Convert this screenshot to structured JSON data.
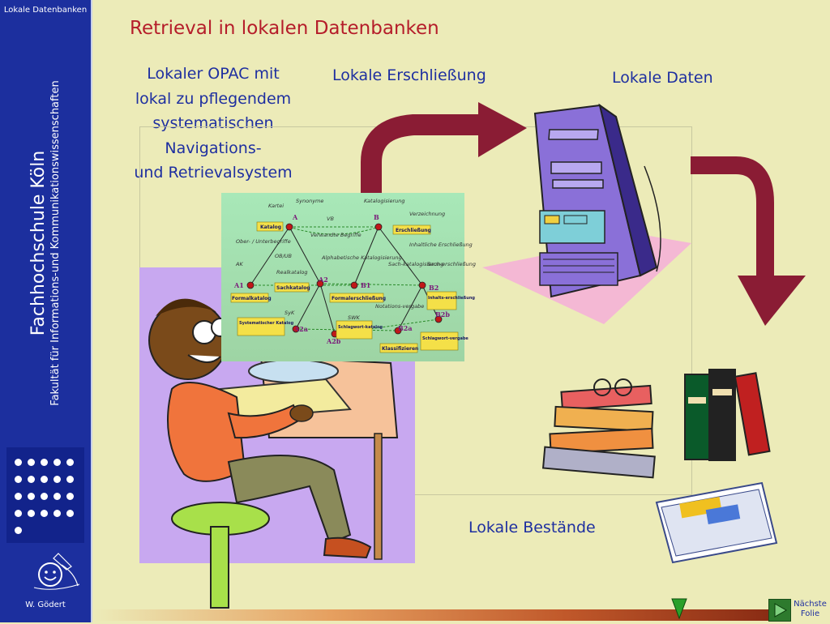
{
  "sidebar": {
    "top_label": "Lokale Datenbanken",
    "institution": "Fachhochschule Köln",
    "faculty": "Fakultät für Informations-und Kommunikationswissenschaften",
    "author": "W. Gödert"
  },
  "slide": {
    "title": "Retrieval in lokalen Datenbanken",
    "opac_lines": [
      "Lokaler OPAC mit",
      "lokal zu pflegendem",
      "systematischen",
      "Navigations-",
      "und Retrievalsystem"
    ],
    "erschliessung": "Lokale Erschließung",
    "daten": "Lokale Daten",
    "bestaende": "Lokale Bestände"
  },
  "diagram": {
    "nodes": [
      "A",
      "B",
      "A1",
      "A2",
      "B1",
      "B2",
      "A2a",
      "A2b",
      "B2a",
      "B2b"
    ],
    "boxes": [
      "Katalog",
      "Erschließung",
      "Sachkatalog",
      "Formalkatalog",
      "Formalerschließung",
      "Inhalts-erschließung",
      "Systematischer Katalog",
      "Schlagwort-katalog",
      "Schlagwort-vergabe",
      "Klassifizieren"
    ],
    "labels": [
      "Synonyme",
      "Katalogisierung",
      "Kartei",
      "Verzeichnung",
      "VB",
      "Verwandte Begriffe",
      "Ober- / Unterbegriffe",
      "OB/UB",
      "Inhaltliche Erschließung",
      "AK",
      "Alphabetische Katalogisierung",
      "Realkatalog",
      "Sach-katalogisierung",
      "Sach-erschließung",
      "SyK",
      "SWK",
      "Notations-vergabe"
    ]
  },
  "navigation": {
    "next_label": "Nächste Folie"
  },
  "colors": {
    "background": "#ecebb8",
    "sidebar": "#1c2f9e",
    "title": "#b51d2a",
    "text": "#1e2fa0",
    "arrow": "#8a1c34"
  },
  "icons": [
    "computer-tower-icon",
    "books-icon",
    "newspaper-icon",
    "person-at-computer-icon",
    "smiley-logo-icon",
    "next-slide-icon",
    "slide-marker-icon"
  ]
}
